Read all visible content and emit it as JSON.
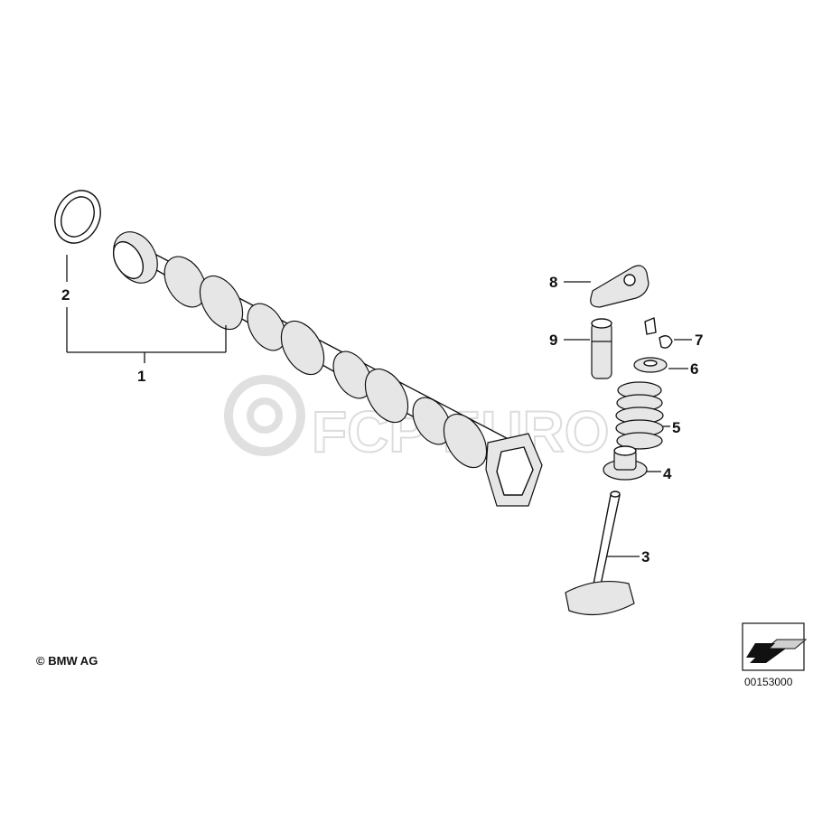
{
  "diagram": {
    "callouts": [
      "1",
      "2",
      "3",
      "4",
      "5",
      "6",
      "7",
      "8",
      "9"
    ],
    "copyright": "© BMW AG",
    "document_number": "00153000",
    "watermark": "FCP EURO",
    "colors": {
      "line": "#111111",
      "shade": "#e6e6e6",
      "watermark": "#d9d9d9"
    }
  }
}
